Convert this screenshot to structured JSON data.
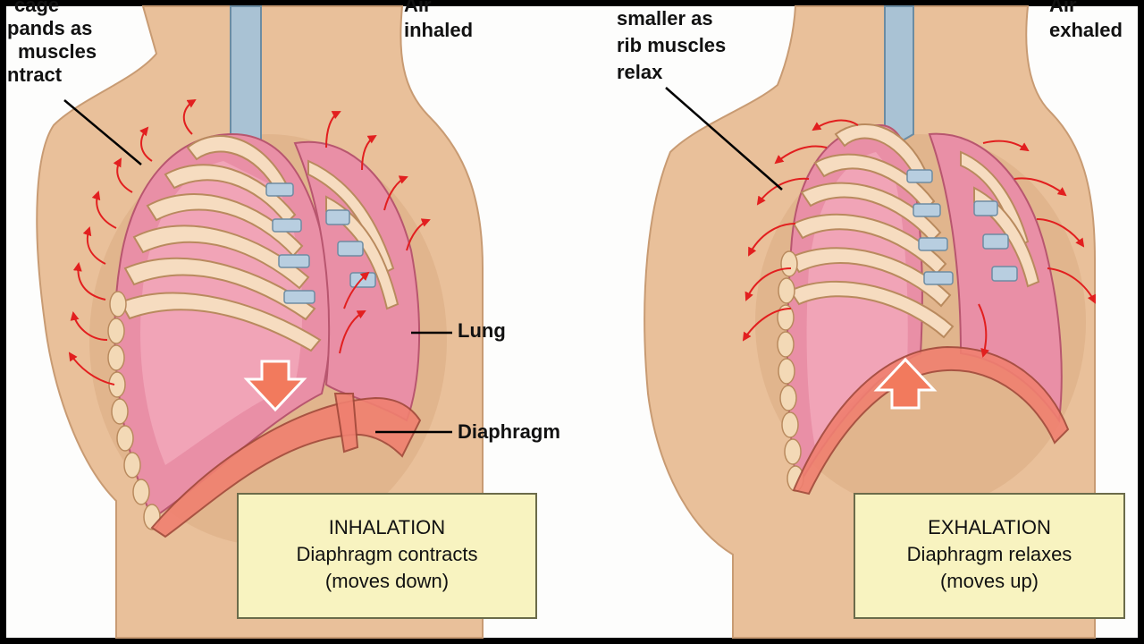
{
  "left_panel": {
    "rib_note_lines": [
      "cage",
      "pands as",
      "muscles",
      "ntract"
    ],
    "air_label_lines": [
      "Air",
      "inhaled"
    ],
    "lung_label": "Lung",
    "diaphragm_label": "Diaphragm",
    "caption": {
      "title": "INHALATION",
      "line1": "Diaphragm contracts",
      "line2": "(moves down)"
    }
  },
  "right_panel": {
    "rib_note_lines": [
      "smaller as",
      "rib muscles",
      "relax"
    ],
    "air_label_lines": [
      "Air",
      "exhaled"
    ],
    "caption": {
      "title": "EXHALATION",
      "line1": "Diaphragm relaxes",
      "line2": "(moves up)"
    }
  },
  "colors": {
    "skin": "#e9c09a",
    "lung": "#e98fa6",
    "rib": "#f6dcc0",
    "arrow": "#e21f1f",
    "caption_bg": "#f8f3c0"
  }
}
